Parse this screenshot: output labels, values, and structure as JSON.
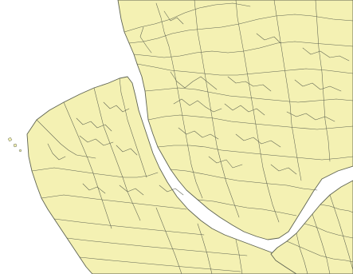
{
  "map": {
    "colors": {
      "land": "#f4f1b3",
      "water": "#ffffff",
      "boundary": "#5f6452"
    },
    "regions": [
      "liverpool-mainland",
      "wirral-peninsula",
      "south-east-bank"
    ]
  }
}
